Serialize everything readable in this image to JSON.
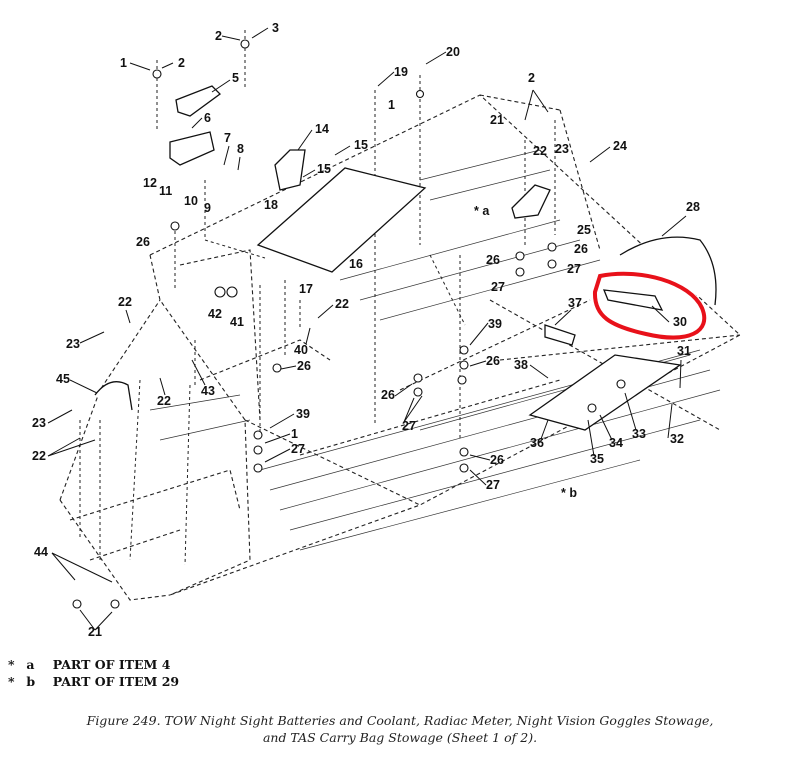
{
  "callouts": {
    "c1a": "1",
    "c2a": "2",
    "c2b": "2",
    "c3": "3",
    "c5": "5",
    "c6": "6",
    "c7": "7",
    "c8": "8",
    "c9": "9",
    "c10": "10",
    "c11": "11",
    "c12": "12",
    "c26a": "26",
    "c14": "14",
    "c15a": "15",
    "c15b": "15",
    "c18": "18",
    "c16": "16",
    "c17": "17",
    "c19": "19",
    "c20": "20",
    "c1b": "1",
    "c2c": "2",
    "c21a": "21",
    "c22a": "22",
    "c23a": "23",
    "c24": "24",
    "c25": "25",
    "c26b": "26",
    "c26c": "26",
    "c27a": "27",
    "c27b": "27",
    "c_a": "* a",
    "c28": "28",
    "c30": "30",
    "c31": "31",
    "c32": "32",
    "c33": "33",
    "c34": "34",
    "c35": "35",
    "c36": "36",
    "c37": "37",
    "c38": "38",
    "c_b": "* b",
    "c39a": "39",
    "c26d": "26",
    "c26e": "26",
    "c27c": "27",
    "c26f": "26",
    "c27d": "27",
    "c22b": "22",
    "c40": "40",
    "c26g": "26",
    "c42": "42",
    "c41": "41",
    "c23b": "23",
    "c22c": "22",
    "c22d": "22",
    "c43": "43",
    "c45": "45",
    "c23c": "23",
    "c22e": "22",
    "c39b": "39",
    "c1c": "1",
    "c27e": "27",
    "c44": "44",
    "c21b": "21"
  },
  "notes": [
    {
      "star": "*",
      "letter": "a",
      "text": "PART OF ITEM  4"
    },
    {
      "star": "*",
      "letter": "b",
      "text": "PART OF ITEM  29"
    }
  ],
  "caption": {
    "line1": "Figure 249.  TOW Night Sight Batteries and Coolant, Radiac Meter, Night Vision Goggles Stowage,",
    "line2": "and TAS Carry Bag Stowage (Sheet 1 of 2)."
  },
  "highlight_color": "#e8111a"
}
